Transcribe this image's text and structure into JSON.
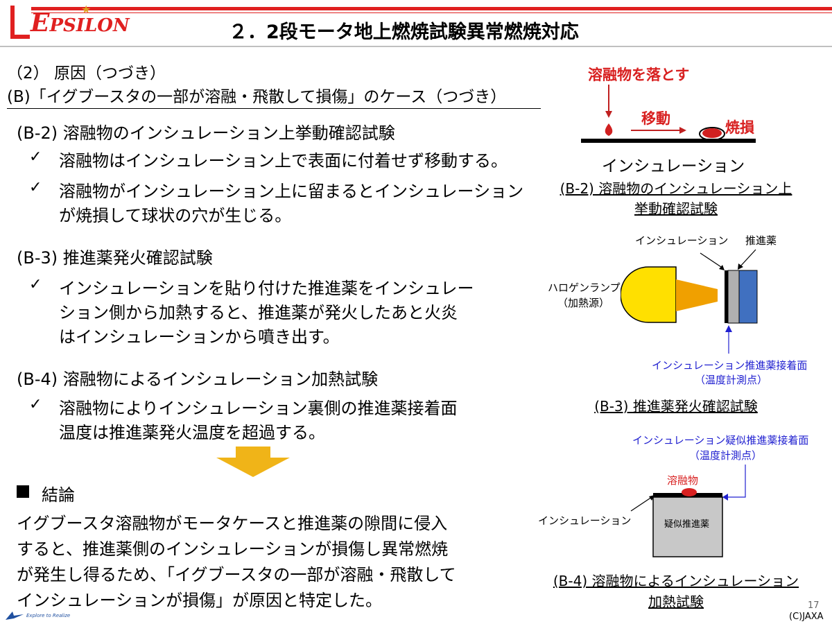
{
  "header": {
    "logo_big": "E",
    "logo_rest": "PSILON",
    "title": "２．2段モータ地上燃焼試験異常燃焼対応"
  },
  "section": {
    "heading": "（2） 原因（つづき）",
    "subheading": "(B)「イグブースタの一部が溶融・飛散して損傷」のケース（つづき）"
  },
  "b2": {
    "heading": "(B-2) 溶融物のインシュレーション上挙動確認試験",
    "bullets": [
      "溶融物はインシュレーション上で表面に付着せず移動する。",
      "溶融物がインシュレーション上に留まるとインシュレーション",
      "が焼損して球状の穴が生じる。"
    ]
  },
  "b3": {
    "heading": "(B-3) 推進薬発火確認試験",
    "lines": [
      "インシュレーションを貼り付けた推進薬をインシュレー",
      "ション側から加熱すると、推進薬が発火したあと火炎",
      "はインシュレーションから噴き出す。"
    ]
  },
  "b4": {
    "heading": "(B-4) 溶融物によるインシュレーション加熱試験",
    "lines": [
      "溶融物によりインシュレーション裏側の推進薬接着面",
      "温度は推進薬発火温度を超過する。"
    ]
  },
  "conclusion": {
    "heading": "結論",
    "lines": [
      "イグブースタ溶融物がモータケースと推進薬の隙間に侵入",
      "すると、推進薬側のインシュレーションが損傷し異常燃焼",
      "が発生し得るため、「イグブースタの一部が溶融・飛散して",
      "インシュレーションが損傷」が原因と特定した。"
    ]
  },
  "fig_b2": {
    "drop_label": "溶融物を落とす",
    "move_label": "移動",
    "burn_label": "焼損",
    "insulation_label": "インシュレーション",
    "caption_1": "(B-2) 溶融物のインシュレーション上",
    "caption_2": "挙動確認試験"
  },
  "fig_b3": {
    "insulation_label": "インシュレーション",
    "propellant_label": "推進薬",
    "lamp_label_1": "ハロゲンランプ",
    "lamp_label_2": "（加熱源）",
    "point_label_1": "インシュレーション推進薬接着面",
    "point_label_2": "（温度計測点）",
    "caption": "(B-3) 推進薬発火確認試験"
  },
  "fig_b4": {
    "point_label_1": "インシュレーション疑似推進薬接着面",
    "point_label_2": "（温度計測点）",
    "melt_label": "溶融物",
    "insulation_label": "インシュレーション",
    "dummy_label": "疑似推進薬",
    "caption_1": "(B-4) 溶融物によるインシュレーション",
    "caption_2": "加熱試験"
  },
  "footer": {
    "page": "17",
    "copyright": "(C)JAXA",
    "tagline": "Explore to Realize"
  },
  "colors": {
    "brand_red": "#e02020",
    "annotation_blue": "#2020d0",
    "arrow_yellow": "#f0b418"
  }
}
